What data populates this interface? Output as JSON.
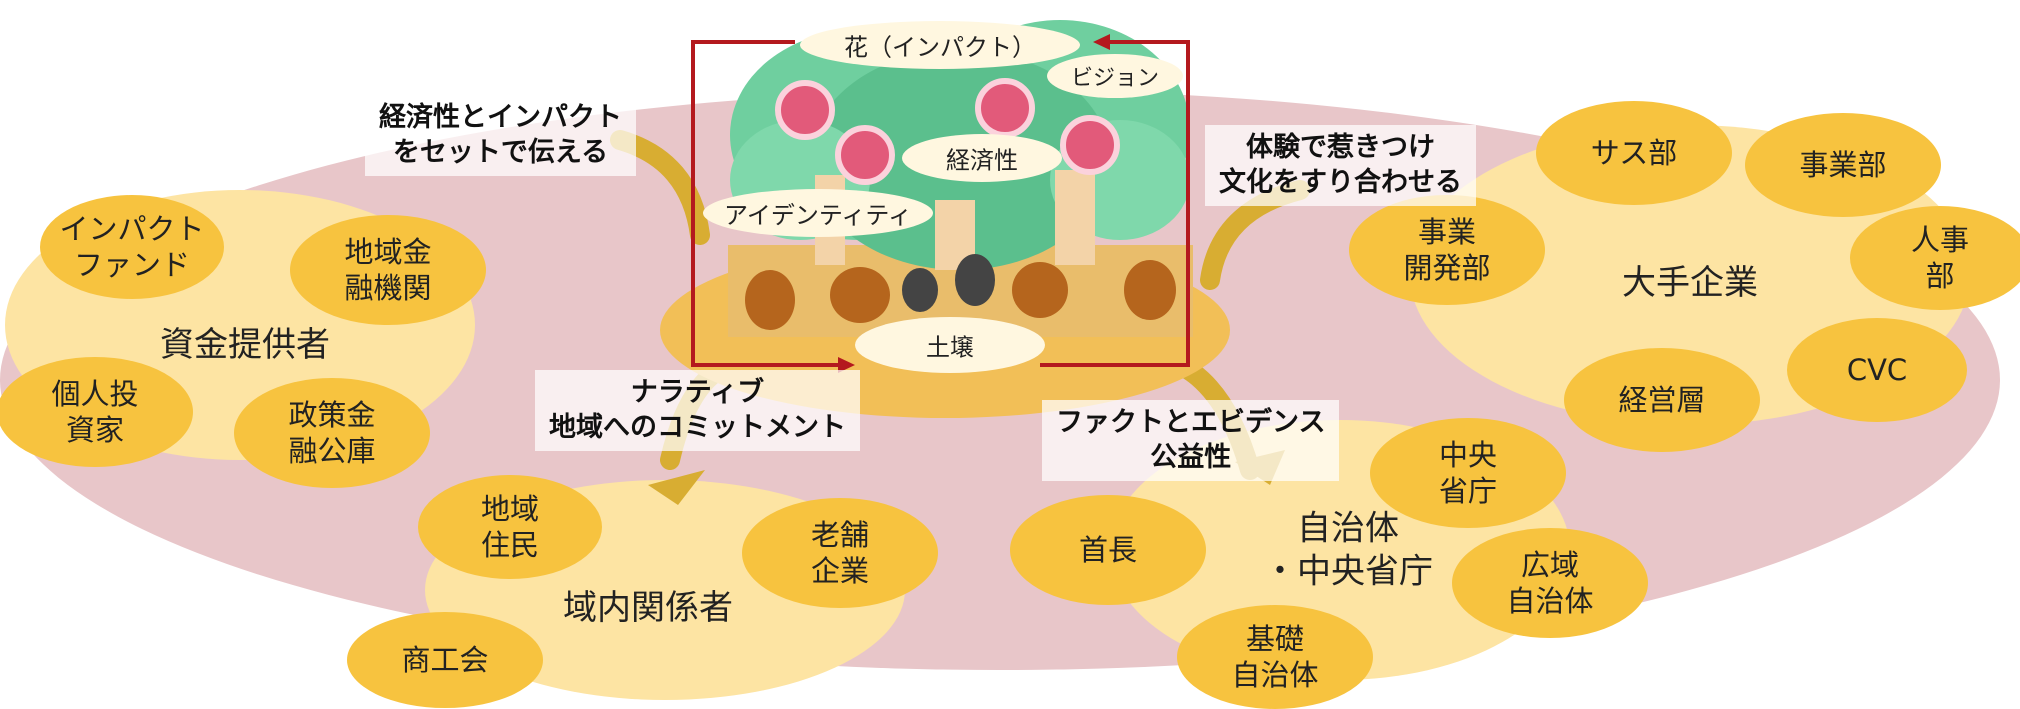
{
  "colors": {
    "base_ellipse": "#e8c6c9",
    "group_fill": "#fde4a3",
    "node_fill": "#f7c33f",
    "arrow_gold": "#d8ad32",
    "frame_red": "#b4191e",
    "foliage": "#6fcf9f",
    "soil": "#e9bd6b"
  },
  "tree": {
    "flower_label": "花（インパクト）",
    "vision_label": "ビジョン",
    "economy_label": "経済性",
    "identity_label": "アイデンティティ",
    "soil_label": "土壌"
  },
  "notes": {
    "economy_impact": "経済性とインパクト\nをセットで伝える",
    "experience": "体験で惹きつけ\n文化をすり合わせる",
    "narrative": "ナラティブ\n地域へのコミットメント",
    "fact": "ファクトとエビデンス\n公益性"
  },
  "groups": {
    "funders": {
      "title": "資金提供者",
      "nodes": [
        "インパクト\nファンド",
        "地域金\n融機関",
        "個人投\n資家",
        "政策金\n融公庫"
      ]
    },
    "local": {
      "title": "域内関係者",
      "nodes": [
        "地域\n住民",
        "老舗\n企業",
        "商工会"
      ]
    },
    "gov": {
      "title": "自治体\n・中央省庁",
      "nodes": [
        "首長",
        "中央\n省庁",
        "広域\n自治体",
        "基礎\n自治体"
      ]
    },
    "corp": {
      "title": "大手企業",
      "nodes": [
        "サス部",
        "事業部",
        "事業\n開発部",
        "人事部",
        "CVC",
        "経営層"
      ]
    }
  }
}
